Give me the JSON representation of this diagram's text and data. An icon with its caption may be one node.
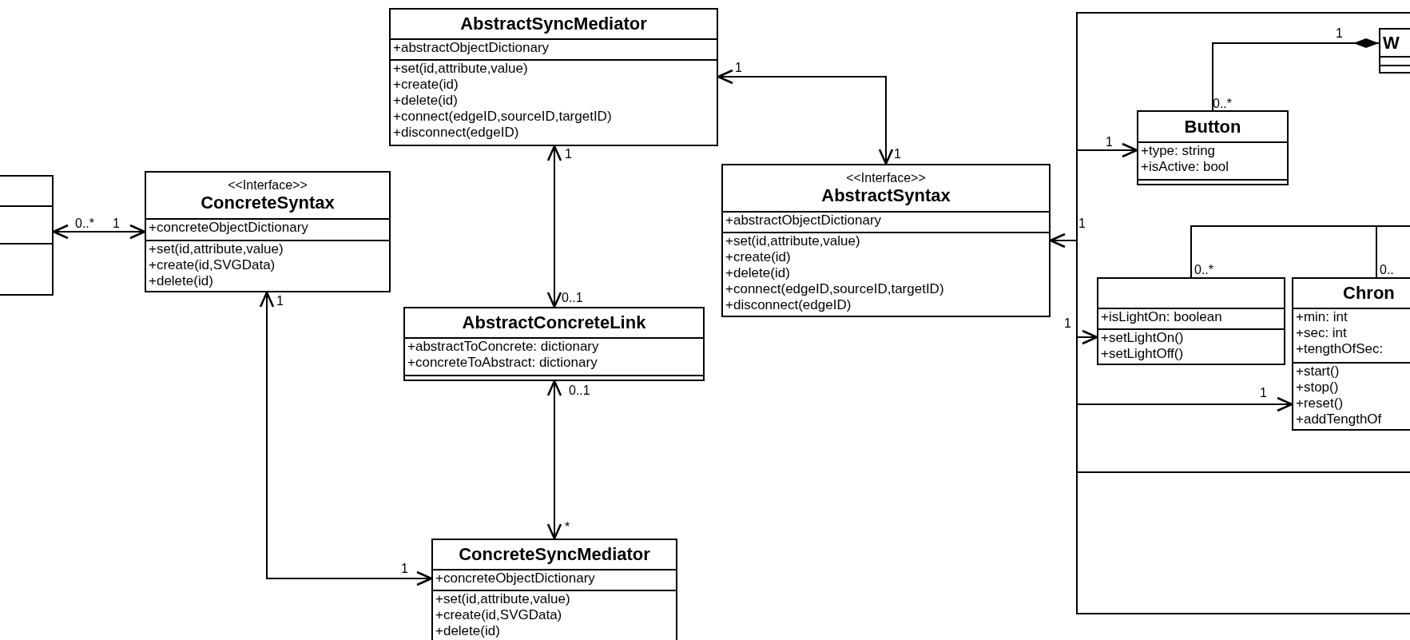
{
  "diagram": {
    "nodes": [
      {
        "text": [
          "AbstractSyncMediator",
          "+abstractObjectDictionary",
          "+set(id,attribute,value)",
          "+create(id)",
          "+delete(id)",
          "+connect(edgeID,sourceID,targetID)",
          "+disconnect(edgeID)"
        ]
      },
      {
        "text": [],
        "shape": "box"
      },
      {
        "text": [
          "<<Interface>>",
          "ConcreteSyntax",
          "+concreteObjectDictionary",
          "+set(id,attribute,value)",
          "+create(id,SVGData)",
          "+delete(id)"
        ]
      },
      {
        "text": [
          "AbstractConcreteLink",
          "+abstractToConcrete: dictionary",
          "+concreteToAbstract: dictionary"
        ]
      },
      {
        "text": [
          "<<Interface>>",
          "AbstractSyntax",
          "+abstractObjectDictionary",
          "+set(id,attribute,value)",
          "+create(id)",
          "+delete(id)",
          "+connect(edgeID,sourceID,targetID)",
          "+disconnect(edgeID)"
        ]
      },
      {
        "text": [],
        "shape": "box"
      },
      {
        "text": [
          "W"
        ],
        "in": 5
      },
      {
        "text": [
          "Button",
          "+type: string",
          "+isActive: bool"
        ],
        "in": 5
      },
      {
        "text": [
          "+isLightOn: boolean",
          "+setLightOn()",
          "+setLightOff()"
        ],
        "in": 5
      },
      {
        "text": [
          "Chron",
          "+min: int",
          "+sec: int",
          "+tengthOfSec:",
          "+start()",
          "+stop()",
          "+reset()",
          "+addTengthOf"
        ],
        "in": 5
      },
      {
        "text": [
          "ConcreteSyncMediator",
          "+concreteObjectDictionary",
          "+set(id,attribute,value)",
          "+create(id,SVGData)",
          "+delete(id)"
        ]
      }
    ],
    "edges": [
      {
        "from": 1,
        "to": 2,
        "arrow": "both"
      },
      {
        "from": 0,
        "to": 3,
        "arrow": "both"
      },
      {
        "from": 0,
        "to": 4,
        "arrow": "both"
      },
      {
        "from": 2,
        "to": 10,
        "arrow": "both"
      },
      {
        "from": 3,
        "to": 10,
        "arrow": "both"
      },
      {
        "from": 7,
        "to": 6,
        "arrow": "other"
      },
      {
        "from": 5,
        "to": 7,
        "arrow": "to"
      },
      {
        "from": 5,
        "to": 4,
        "arrow": "to"
      },
      {
        "from": 5,
        "to": 8,
        "arrow": "to"
      },
      {
        "from": 5,
        "to": 9,
        "arrow": "to"
      },
      {
        "from": 8,
        "to": null,
        "arrow": "none"
      },
      {
        "from": 9,
        "to": null,
        "arrow": "none"
      }
    ],
    "labels": [
      "1",
      "1",
      "0..*",
      "1",
      "1",
      "1",
      "1",
      "0..*",
      "1",
      "0..*",
      "0..",
      "0..1",
      "1",
      "1",
      "0..1",
      "1",
      "*",
      "1"
    ]
  }
}
